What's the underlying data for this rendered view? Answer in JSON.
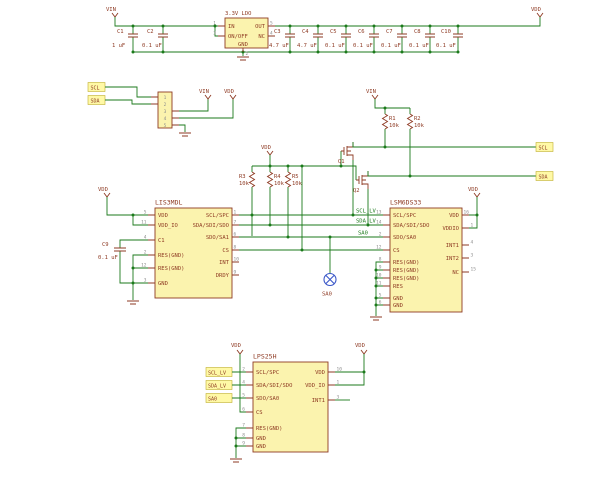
{
  "colors": {
    "background": "#ffffff",
    "wire": "#1b7a1b",
    "part": "#8e3a23",
    "pin_number": "#8c8c8c",
    "box_fill": "#fbf3ae",
    "flag_fill": "#fff9a6",
    "jumper_blue": "#3a57c8"
  },
  "power": {
    "vin": "VIN",
    "vdd": "VDD"
  },
  "regulator": {
    "title": "3.3V LDO",
    "pin_in": {
      "name": "IN",
      "num": "1"
    },
    "pin_onoff": {
      "name": "ON/OFF",
      "num": "3"
    },
    "pin_out": {
      "name": "OUT",
      "num": "5"
    },
    "pin_nc": {
      "name": "NC",
      "num": "4"
    },
    "pin_gnd": {
      "name": "GND",
      "num": "2"
    }
  },
  "capacitors": {
    "c1": {
      "ref": "C1",
      "value": "1 uF"
    },
    "c2": {
      "ref": "C2",
      "value": "0.1 uF"
    },
    "c3": {
      "ref": "C3",
      "value": "4.7 uF"
    },
    "c4": {
      "ref": "C4",
      "value": "4.7 uF"
    },
    "c5": {
      "ref": "C5",
      "value": "0.1 uF"
    },
    "c6": {
      "ref": "C6",
      "value": "0.1 uF"
    },
    "c7": {
      "ref": "C7",
      "value": "0.1 uF"
    },
    "c8": {
      "ref": "C8",
      "value": "0.1 uF"
    },
    "c10": {
      "ref": "C10",
      "value": "0.1 uF"
    },
    "c9": {
      "ref": "C9",
      "value": "0.1 uF"
    }
  },
  "resistors": {
    "r1": {
      "ref": "R1",
      "value": "10k"
    },
    "r2": {
      "ref": "R2",
      "value": "10k"
    },
    "r3": {
      "ref": "R3",
      "value": "10k"
    },
    "r4": {
      "ref": "R4",
      "value": "10k"
    },
    "r5": {
      "ref": "R5",
      "value": "10k"
    }
  },
  "transistors": {
    "q1": "Q1",
    "q2": "Q2"
  },
  "header": {
    "pin_numbers": [
      "1",
      "2",
      "3",
      "4",
      "5"
    ]
  },
  "net_flags": {
    "scl": "SCL",
    "sda": "SDA",
    "scl_lv": "SCL_LV",
    "sda_lv": "SDA_LV",
    "sa0": "SA0"
  },
  "net_labels": {
    "scl_lv": "SCL_LV",
    "sda_lv": "SDA_LV",
    "sa0": "SA0"
  },
  "jumper": {
    "label": "SA0"
  },
  "ics": {
    "lis3mdl": {
      "name": "LIS3MDL",
      "left": [
        {
          "name": "VDD",
          "num": "5"
        },
        {
          "name": "VDD_IO",
          "num": "11"
        },
        {
          "name": "C1",
          "num": "4"
        },
        {
          "name": "RES(GND)",
          "num": "2"
        },
        {
          "name": "RES(GND)",
          "num": "12"
        },
        {
          "name": "GND",
          "num": "3"
        }
      ],
      "right": [
        {
          "name": "SCL/SPC",
          "num": "1"
        },
        {
          "name": "SDA/SDI/SDO",
          "num": "7"
        },
        {
          "name": "SDO/SA1",
          "num": "6"
        },
        {
          "name": "CS",
          "num": "8"
        },
        {
          "name": "INT",
          "num": "10"
        },
        {
          "name": "DRDY",
          "num": "9"
        }
      ]
    },
    "lsm6ds33": {
      "name": "LSM6DS33",
      "left": [
        {
          "name": "SCL/SPC",
          "num": "13"
        },
        {
          "name": "SDA/SDI/SDO",
          "num": "14"
        },
        {
          "name": "SDO/SA0",
          "num": "2"
        },
        {
          "name": "CS",
          "num": "12"
        },
        {
          "name": "RES(GND)",
          "num": "8"
        },
        {
          "name": "RES(GND)",
          "num": "9"
        },
        {
          "name": "RES(GND)",
          "num": "10"
        },
        {
          "name": "RES",
          "num": "11"
        },
        {
          "name": "GND",
          "num": "5"
        },
        {
          "name": "GND",
          "num": "6"
        }
      ],
      "right": [
        {
          "name": "VDD",
          "num": "16"
        },
        {
          "name": "VDDIO",
          "num": "1"
        },
        {
          "name": "INT1",
          "num": "4"
        },
        {
          "name": "INT2",
          "num": "3"
        },
        {
          "name": "NC",
          "num": "15"
        }
      ]
    },
    "lps25h": {
      "name": "LPS25H",
      "left": [
        {
          "name": "SCL/SPC",
          "num": "2"
        },
        {
          "name": "SDA/SDI/SDO",
          "num": "4"
        },
        {
          "name": "SDO/SA0",
          "num": "5"
        },
        {
          "name": "CS",
          "num": "6"
        },
        {
          "name": "RES(GND)",
          "num": "7"
        },
        {
          "name": "GND",
          "num": "8"
        },
        {
          "name": "GND",
          "num": "9"
        }
      ],
      "right": [
        {
          "name": "VDD",
          "num": "10"
        },
        {
          "name": "VDD_IO",
          "num": "1"
        },
        {
          "name": "INT1",
          "num": "3"
        }
      ]
    }
  }
}
